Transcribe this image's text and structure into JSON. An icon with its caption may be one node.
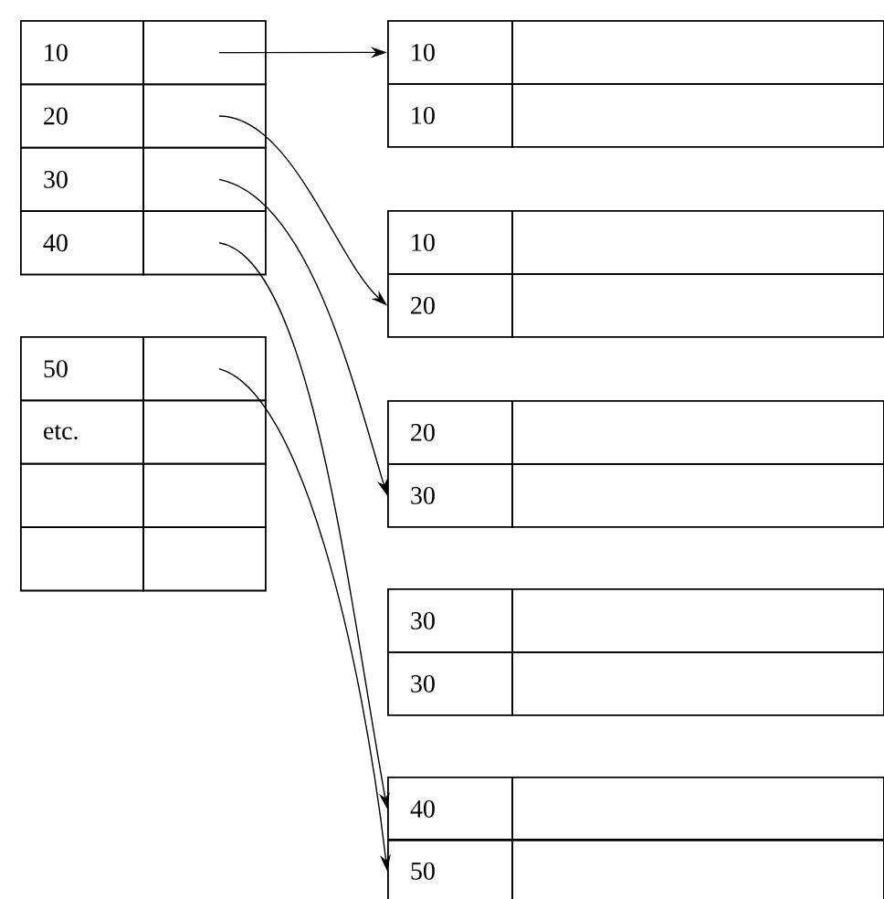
{
  "diagram": {
    "nodes": [
      {
        "text": [
          "10"
        ]
      },
      {
        "text": [],
        "shape": "box"
      },
      {
        "text": [
          "20"
        ]
      },
      {
        "text": [],
        "shape": "box"
      },
      {
        "text": [
          "30"
        ]
      },
      {
        "text": [],
        "shape": "box"
      },
      {
        "text": [
          "40"
        ]
      },
      {
        "text": [],
        "shape": "box"
      },
      {
        "text": [
          "50"
        ]
      },
      {
        "text": [],
        "shape": "box"
      },
      {
        "text": [
          "etc."
        ]
      },
      {
        "text": [],
        "shape": "box"
      },
      {
        "text": [],
        "shape": "box"
      },
      {
        "text": [],
        "shape": "box"
      },
      {
        "text": [],
        "shape": "box"
      },
      {
        "text": [],
        "shape": "box"
      },
      {
        "text": [
          "10"
        ]
      },
      {
        "text": [],
        "shape": "box"
      },
      {
        "text": [
          "10"
        ]
      },
      {
        "text": [],
        "shape": "box"
      },
      {
        "text": [
          "10"
        ]
      },
      {
        "text": [],
        "shape": "box"
      },
      {
        "text": [
          "20"
        ]
      },
      {
        "text": [],
        "shape": "box"
      },
      {
        "text": [
          "20"
        ]
      },
      {
        "text": [],
        "shape": "box"
      },
      {
        "text": [
          "30"
        ]
      },
      {
        "text": [],
        "shape": "box"
      },
      {
        "text": [
          "30"
        ]
      },
      {
        "text": [],
        "shape": "box"
      },
      {
        "text": [
          "30"
        ]
      },
      {
        "text": [],
        "shape": "box"
      },
      {
        "text": [
          "40"
        ]
      },
      {
        "text": [],
        "shape": "box"
      },
      {
        "text": [
          "50"
        ]
      },
      {
        "text": [],
        "shape": "box"
      }
    ],
    "edges": [
      {
        "from": 1,
        "to": 16,
        "arrow": "to"
      },
      {
        "from": 3,
        "to": 22,
        "arrow": "to"
      },
      {
        "from": 5,
        "to": 26,
        "arrow": "to"
      },
      {
        "from": 7,
        "to": 32,
        "arrow": "to"
      },
      {
        "from": 9,
        "to": 34,
        "arrow": "to"
      }
    ]
  }
}
